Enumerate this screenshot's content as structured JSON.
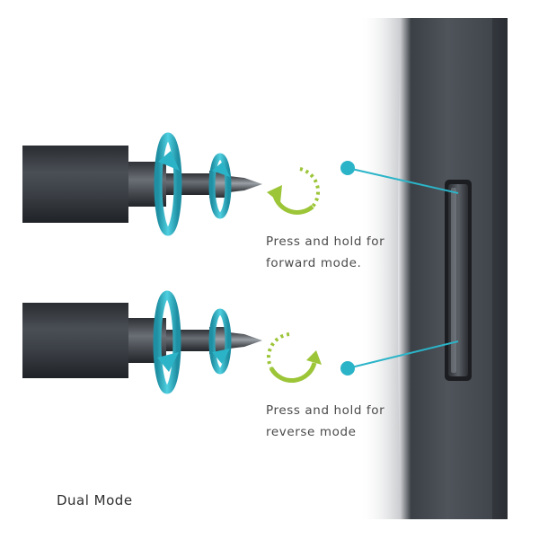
{
  "forward": {
    "line1": "Press and hold for",
    "line2": "forward mode."
  },
  "reverse": {
    "line1": "Press and hold for",
    "line2": "reverse mode"
  },
  "title": "Dual Mode",
  "icons": {
    "rotation": "rotate-arrow-icon",
    "direction": "green-rotation-arrow-icon"
  },
  "colors": {
    "background": "#ffffff",
    "body": "#3d4147",
    "accent_teal": "#2bb4c8",
    "accent_green": "#9cc538",
    "text": "#4a4a4a"
  }
}
